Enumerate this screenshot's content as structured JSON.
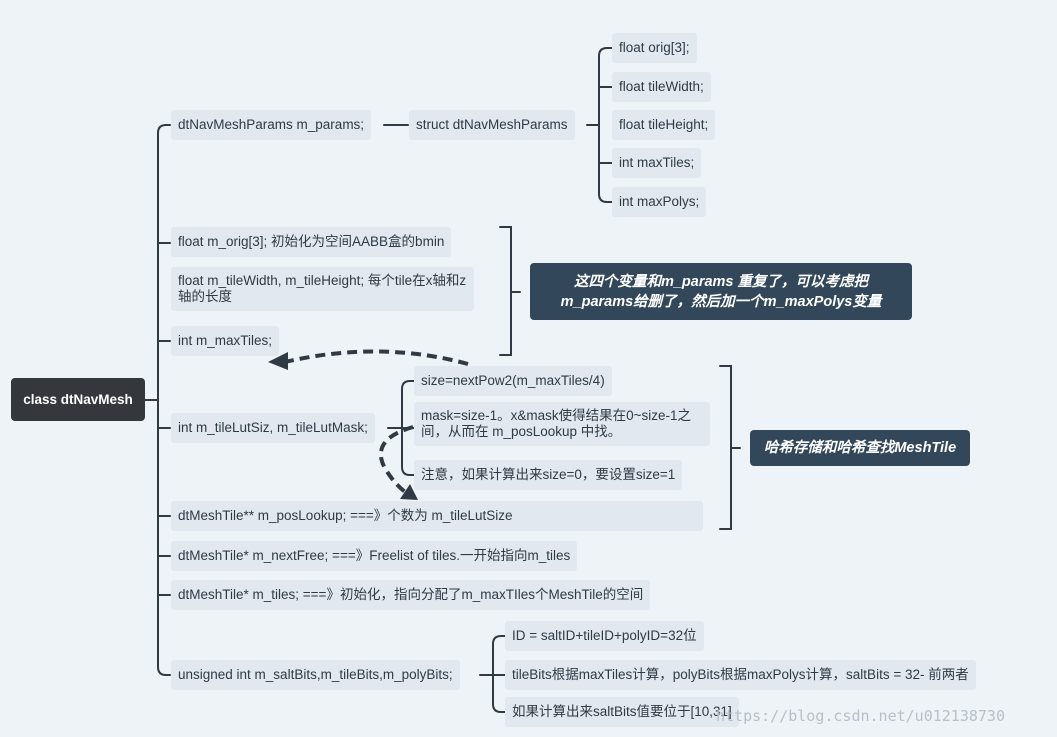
{
  "root": "class dtNavMesh",
  "members": [
    "dtNavMeshParams m_params;",
    "float m_orig[3];      初始化为空间AABB盒的bmin",
    "float m_tileWidth, m_tileHeight;     每个tile在x轴和z轴的长度",
    "int m_maxTiles;",
    "int m_tileLutSiz, m_tileLutMask;",
    "dtMeshTile** m_posLookup;    ===》个数为  m_tileLutSize",
    "dtMeshTile* m_nextFree;   ===》Freelist of tiles.一开始指向m_tiles",
    "dtMeshTile* m_tiles;   ===》初始化，指向分配了m_maxTIles个MeshTile的空间",
    "unsigned int m_saltBits,m_tileBits,m_polyBits;"
  ],
  "params_struct": "struct dtNavMeshParams",
  "params_fields": [
    "float orig[3];",
    "float tileWidth;",
    "float tileHeight;",
    "int maxTiles;",
    "int maxPolys;"
  ],
  "lut_children": [
    "size=nextPow2(m_maxTiles/4)",
    "mask=size-1。x&mask使得结果在0~size-1之间，从而在 m_posLookup 中找。",
    "注意，如果计算出来size=0，要设置size=1"
  ],
  "salt_children": [
    "ID = saltID+tileID+polyID=32位",
    "tileBits根据maxTiles计算，polyBits根据maxPolys计算，saltBits = 32- 前两者",
    "如果计算出来saltBits值要位于[10,31]"
  ],
  "callouts": {
    "duplicate": "这四个变量和m_params 重复了，可以考虑把m_params给删了，然后加一个m_maxPolys变量",
    "hash": "哈希存储和哈希查找MeshTile"
  },
  "watermark": "https://blog.csdn.net/u012138730"
}
